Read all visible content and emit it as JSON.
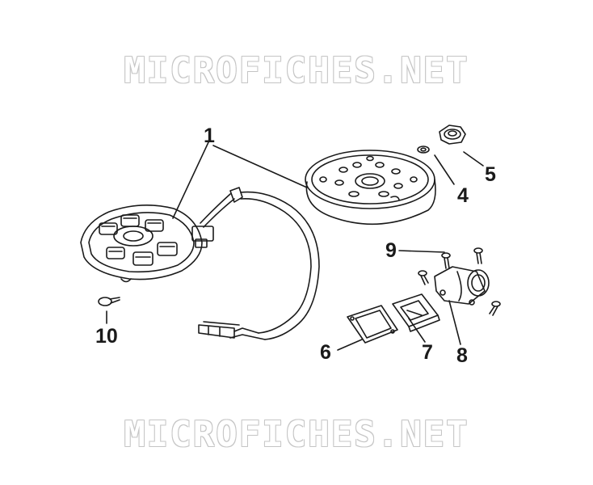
{
  "watermark": {
    "top": "MICROFICHES.NET",
    "bottom": "MICROFICHES.NET"
  },
  "callouts": {
    "c1": "1",
    "c4": "4",
    "c5": "5",
    "c6": "6",
    "c7": "7",
    "c8": "8",
    "c9": "9",
    "c10": "10"
  },
  "colors": {
    "line": "#1a1a1a",
    "watermark": "#c8c8c8",
    "background": "#ffffff"
  }
}
